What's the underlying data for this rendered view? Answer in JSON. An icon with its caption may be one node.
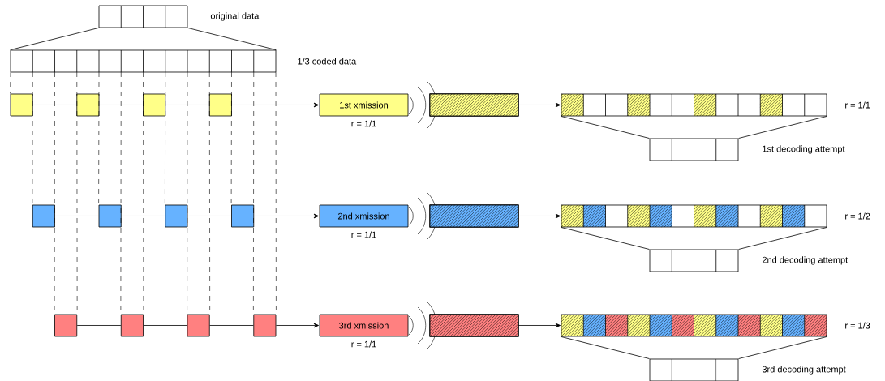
{
  "diagram": {
    "nodes": [
      {
        "text": [],
        "shape": "bar",
        "beside": [
          "original data"
        ]
      },
      {
        "text": [],
        "shape": "bar",
        "beside": [
          "1/3 coded data"
        ]
      },
      {
        "text": [],
        "shape": "box"
      },
      {
        "text": [],
        "shape": "box"
      },
      {
        "text": [],
        "shape": "box"
      },
      {
        "text": [],
        "shape": "box"
      },
      {
        "text": [
          "1st xmission"
        ],
        "beside": [
          "r = 1/1"
        ]
      },
      {
        "text": [],
        "shape": "bar"
      },
      {
        "text": [],
        "shape": "bar",
        "beside": [
          "r = 1/1"
        ]
      },
      {
        "text": [],
        "shape": "bar",
        "beside": [
          "1st decoding attempt"
        ]
      },
      {
        "text": [],
        "shape": "box"
      },
      {
        "text": [],
        "shape": "box"
      },
      {
        "text": [],
        "shape": "box"
      },
      {
        "text": [],
        "shape": "box"
      },
      {
        "text": [
          "2nd xmission"
        ],
        "beside": [
          "r = 1/1"
        ]
      },
      {
        "text": [],
        "shape": "bar"
      },
      {
        "text": [],
        "shape": "bar",
        "beside": [
          "r = 1/2"
        ]
      },
      {
        "text": [],
        "shape": "bar",
        "beside": [
          "2nd decoding attempt"
        ]
      },
      {
        "text": [],
        "shape": "box"
      },
      {
        "text": [],
        "shape": "box"
      },
      {
        "text": [],
        "shape": "box"
      },
      {
        "text": [],
        "shape": "box"
      },
      {
        "text": [
          "3rd xmission"
        ],
        "beside": [
          "r = 1/1"
        ]
      },
      {
        "text": [],
        "shape": "bar"
      },
      {
        "text": [],
        "shape": "bar",
        "beside": [
          "r = 1/3"
        ]
      },
      {
        "text": [],
        "shape": "bar",
        "beside": [
          "3rd decoding attempt"
        ]
      }
    ],
    "edges": [
      {
        "from": 0,
        "to": 1,
        "arrow": "none"
      },
      {
        "from": 0,
        "to": 1,
        "arrow": "none"
      },
      {
        "from": 2,
        "to": 3,
        "arrow": "none"
      },
      {
        "from": 3,
        "to": 4,
        "arrow": "none"
      },
      {
        "from": 4,
        "to": 5,
        "arrow": "none"
      },
      {
        "from": 5,
        "to": 6,
        "arrow": "to"
      },
      {
        "from": 7,
        "to": 8,
        "arrow": "to"
      },
      {
        "from": 8,
        "to": 9,
        "arrow": "none"
      },
      {
        "from": 8,
        "to": 9,
        "arrow": "none"
      },
      {
        "from": 10,
        "to": 11,
        "arrow": "none"
      },
      {
        "from": 11,
        "to": 12,
        "arrow": "none"
      },
      {
        "from": 12,
        "to": 13,
        "arrow": "none"
      },
      {
        "from": 13,
        "to": 14,
        "arrow": "to"
      },
      {
        "from": 15,
        "to": 16,
        "arrow": "to"
      },
      {
        "from": 16,
        "to": 17,
        "arrow": "none"
      },
      {
        "from": 16,
        "to": 17,
        "arrow": "none"
      },
      {
        "from": 18,
        "to": 19,
        "arrow": "none"
      },
      {
        "from": 19,
        "to": 20,
        "arrow": "none"
      },
      {
        "from": 20,
        "to": 21,
        "arrow": "none"
      },
      {
        "from": 21,
        "to": 22,
        "arrow": "to"
      },
      {
        "from": 23,
        "to": 24,
        "arrow": "to"
      },
      {
        "from": 24,
        "to": 25,
        "arrow": "none"
      },
      {
        "from": 24,
        "to": 25,
        "arrow": "none"
      },
      {
        "from": 1,
        "to": 2,
        "arrow": "none",
        "style": "dashed"
      },
      {
        "from": 1,
        "to": 10,
        "arrow": "none",
        "style": "dashed"
      },
      {
        "from": 1,
        "to": 18,
        "arrow": "none",
        "style": "dashed"
      },
      {
        "from": 1,
        "to": 18,
        "arrow": "none",
        "style": "dashed"
      },
      {
        "from": 1,
        "to": 11,
        "arrow": "none",
        "style": "dashed"
      },
      {
        "from": 1,
        "to": 19,
        "arrow": "none",
        "style": "dashed"
      },
      {
        "from": 1,
        "to": 19,
        "arrow": "none",
        "style": "dashed"
      },
      {
        "from": 1,
        "to": 12,
        "arrow": "none",
        "style": "dashed"
      },
      {
        "from": 1,
        "to": 20,
        "arrow": "none",
        "style": "dashed"
      },
      {
        "from": 1,
        "to": 20,
        "arrow": "none",
        "style": "dashed"
      },
      {
        "from": 1,
        "to": 13,
        "arrow": "none",
        "style": "dashed"
      },
      {
        "from": 1,
        "to": 21,
        "arrow": "none",
        "style": "dashed"
      },
      {
        "from": 1,
        "to": 21,
        "arrow": "none",
        "style": "dashed"
      }
    ]
  }
}
